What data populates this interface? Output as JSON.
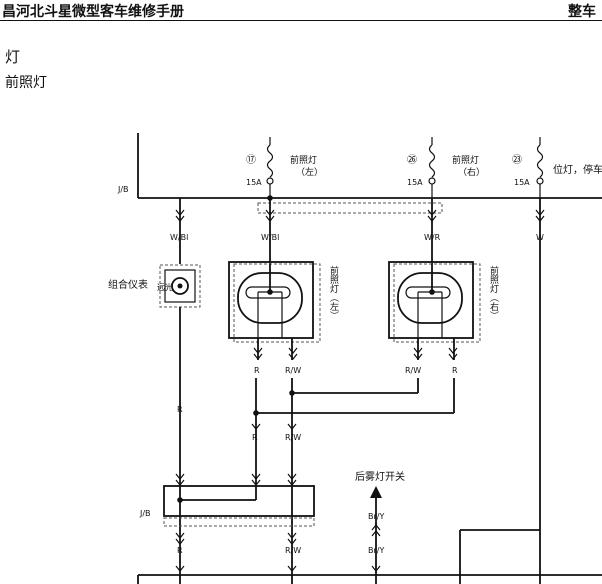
{
  "header": {
    "title": "昌河北斗星微型客车维修手册",
    "right_label": "整车"
  },
  "section": {
    "title": "灯",
    "subtitle": "前照灯"
  },
  "diagram": {
    "fuse_17": {
      "number": "⑰",
      "label_line1": "前照灯",
      "label_line2": "（左）",
      "rating": "15A"
    },
    "fuse_26": {
      "number": "㉖",
      "label_line1": "前照灯",
      "label_line2": "（右）",
      "rating": "15A"
    },
    "fuse_23": {
      "number": "㉓",
      "label": "位灯，停车",
      "rating": "15A"
    },
    "jb_top": "J/B",
    "jb_bottom": "J/B",
    "wire_wbl_left": "W/Bl",
    "wire_wbl_mid": "W/Bl",
    "wire_wr": "W/R",
    "wire_w": "W",
    "instrument_cluster": "组合仪表",
    "indicator_label": "远光",
    "headlamp_left": "前照灯（左）",
    "headlamp_right": "前照灯（右）",
    "wire_r_l1": "R",
    "wire_rw_l1": "R/W",
    "wire_rw_r1": "R/W",
    "wire_r_r1": "R",
    "wire_r_left_vert": "R",
    "wire_r_l2": "R",
    "wire_rw_l2": "R/W",
    "rear_fog_switch": "后雾灯开关",
    "wire_bry_1": "Br/Y",
    "wire_bry_2": "Br/Y",
    "wire_r_bottom": "R",
    "wire_rw_bottom": "R/W"
  }
}
